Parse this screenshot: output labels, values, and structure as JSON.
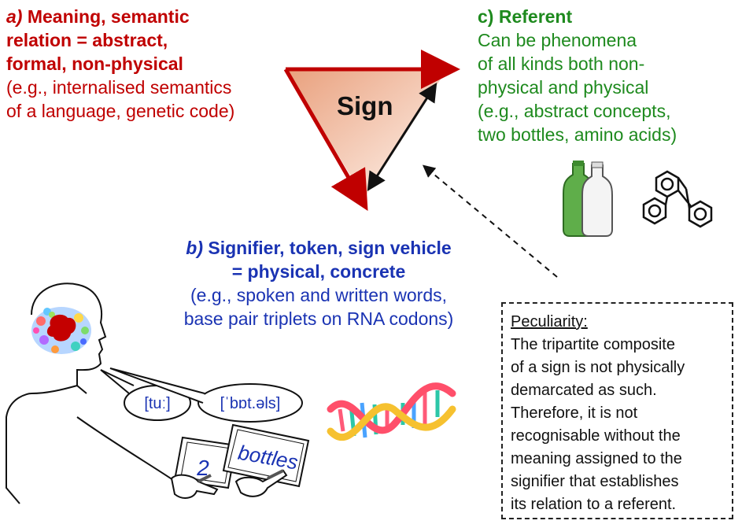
{
  "sign": {
    "label": "Sign"
  },
  "meaning": {
    "letter": "a)",
    "title_rest": " Meaning, semantic",
    "title_line2": "relation = abstract,",
    "title_line3": "formal, non-physical",
    "example_line1": "(e.g., internalised semantics",
    "example_line2": "of a language, genetic code)",
    "color": "#c00000"
  },
  "signifier": {
    "letter": "b)",
    "title_rest": " Signifier, token, sign vehicle",
    "title_line2": "= physical, concrete",
    "example_line1": "(e.g., spoken and written words,",
    "example_line2": "base pair triplets on RNA codons)",
    "color": "#1a33b3"
  },
  "referent": {
    "title": "c) Referent",
    "line1": "Can be phenomena",
    "line2": "of all kinds both non-",
    "line3": "physical and physical",
    "line4": "(e.g., abstract concepts,",
    "line5": "two bottles, amino acids)",
    "color": "#1e8a1e"
  },
  "peculiarity": {
    "title": "Peculiarity:",
    "lines": [
      "The tripartite composite",
      "of a sign is not physically",
      "demarcated as such.",
      "Therefore, it is not",
      "recognisable without the",
      "meaning assigned to the",
      "signifier that establishes",
      "its relation to a referent."
    ]
  },
  "speech": {
    "bubble1": "[tuː]",
    "bubble2": "[ˈbɒt.əls]"
  },
  "cards": {
    "card1": "2",
    "card2": "bottles"
  },
  "icons": [
    "brain-icon",
    "head-profile-icon",
    "hand-icon",
    "bottles-icon",
    "molecule-icon",
    "dna-icon"
  ]
}
